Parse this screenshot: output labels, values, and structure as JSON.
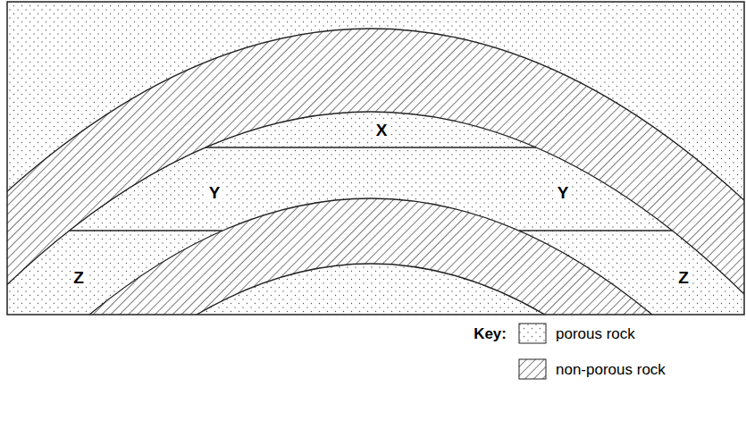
{
  "diagram": {
    "labels": [
      "X",
      "Y",
      "Y",
      "Z",
      "Z",
      "Key:"
    ],
    "legend": [
      {
        "text": "porous rock"
      },
      {
        "text": "non-porous rock"
      }
    ]
  }
}
